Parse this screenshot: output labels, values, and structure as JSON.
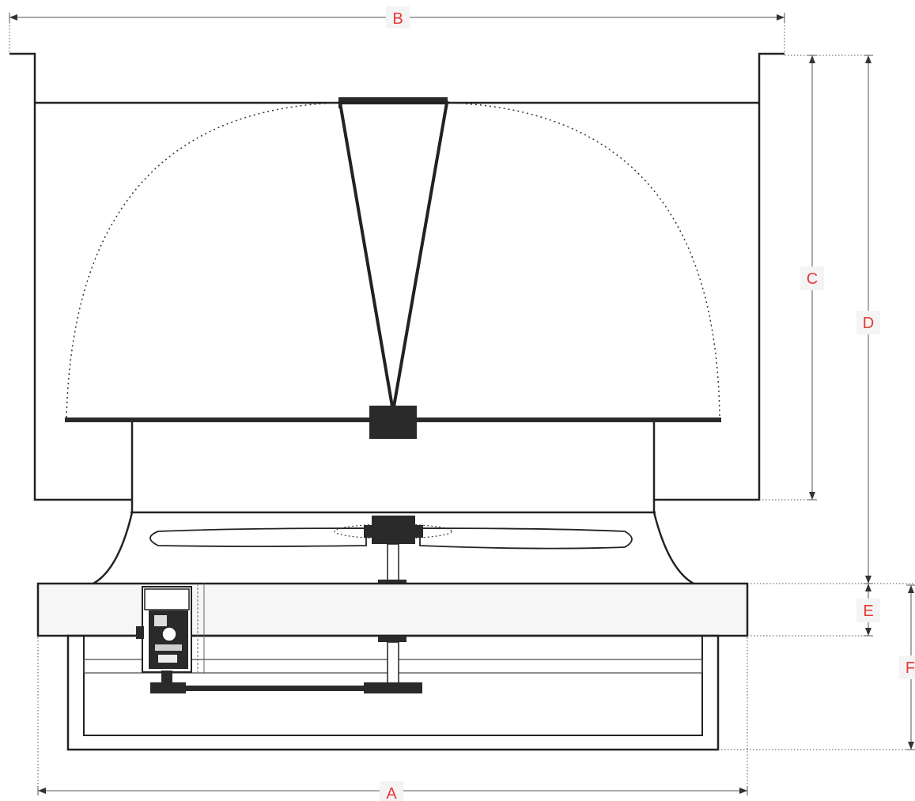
{
  "diagram": {
    "colors": {
      "line": "#222222",
      "dimension_line": "#555555",
      "label": "#e53935",
      "fill_light": "#f6f6f6",
      "label_bg": "#f4f4f4"
    },
    "dimensions": {
      "A": "A",
      "B": "B",
      "C": "C",
      "D": "D",
      "E": "E",
      "F": "F"
    }
  }
}
